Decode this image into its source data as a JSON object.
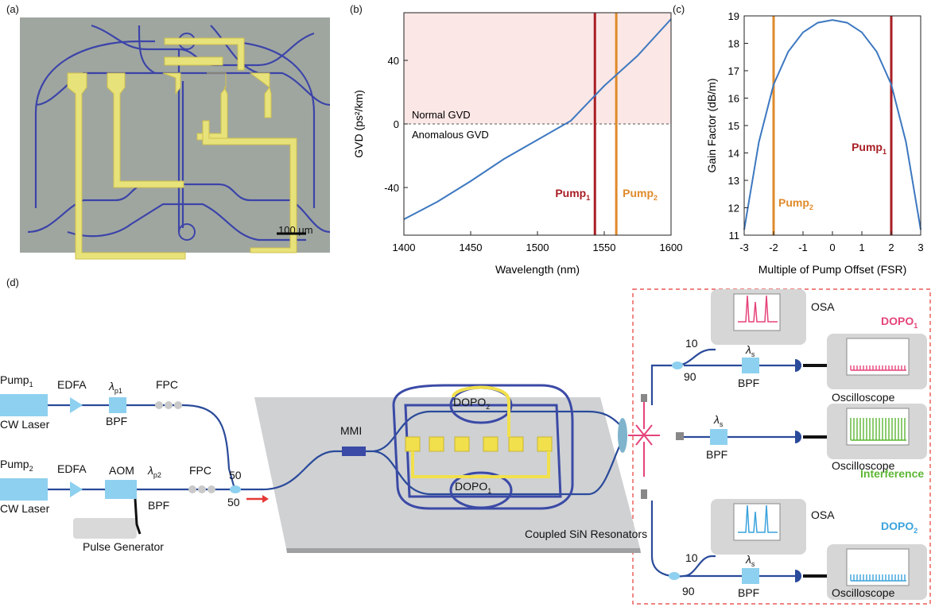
{
  "panel_labels": {
    "a": "(a)",
    "b": "(b)",
    "c": "(c)",
    "d": "(d)"
  },
  "micrograph": {
    "scale_bar": "100 μm"
  },
  "chart_data": [
    {
      "type": "line",
      "panel": "b",
      "xlabel": "Wavelength (nm)",
      "ylabel": "GVD (ps²/km)",
      "xlim": [
        1400,
        1600
      ],
      "ylim": [
        -70,
        70
      ],
      "xticks": [
        1400,
        1450,
        1500,
        1550,
        1600
      ],
      "yticks": [
        -40,
        0,
        40
      ],
      "series": [
        {
          "name": "",
          "x": [
            1400,
            1425,
            1450,
            1475,
            1500,
            1525,
            1550,
            1575,
            1600
          ],
          "y": [
            -60,
            -49,
            -36,
            -22,
            -10,
            2,
            24,
            43,
            66
          ]
        }
      ],
      "markers": [
        {
          "label": "Pump",
          "sub": "1",
          "x": 1543,
          "color": "#a81e24"
        },
        {
          "label": "Pump",
          "sub": "2",
          "x": 1559,
          "color": "#e08a2a"
        }
      ],
      "annotations": {
        "normal": "Normal GVD",
        "anomalous": "Anomalous GVD"
      }
    },
    {
      "type": "line",
      "panel": "c",
      "xlabel": "Multiple of Pump Offset (FSR)",
      "ylabel": "Gain Factor (dB/m)",
      "xlim": [
        -3,
        3
      ],
      "ylim": [
        11,
        19
      ],
      "xticks": [
        -3,
        -2,
        -1,
        0,
        1,
        2,
        3
      ],
      "yticks": [
        11,
        12,
        13,
        14,
        15,
        16,
        17,
        18,
        19
      ],
      "series": [
        {
          "name": "",
          "x": [
            -3,
            -2.5,
            -2,
            -1.5,
            -1,
            -0.5,
            0,
            0.5,
            1,
            1.5,
            2,
            2.5,
            3
          ],
          "y": [
            11.2,
            14.4,
            16.5,
            17.7,
            18.4,
            18.75,
            18.85,
            18.75,
            18.4,
            17.7,
            16.5,
            14.4,
            11.2
          ]
        }
      ],
      "markers": [
        {
          "label": "Pump",
          "sub": "2",
          "x": -2,
          "color": "#e08a2a"
        },
        {
          "label": "Pump",
          "sub": "1",
          "x": 2,
          "color": "#a81e24"
        }
      ]
    }
  ],
  "setup": {
    "pump1": "Pump",
    "pump1_sub": "1",
    "pump2": "Pump",
    "pump2_sub": "2",
    "cw_laser": "CW Laser",
    "edfa": "EDFA",
    "bpf": "BPF",
    "lambda_p1": "λ",
    "lambda_p1_sub": "p1",
    "lambda_p2": "λ",
    "lambda_p2_sub": "p2",
    "lambda_s": "λ",
    "lambda_s_sub": "s",
    "fpc": "FPC",
    "aom": "AOM",
    "pulse_gen": "Pulse Generator",
    "split_50a": "50",
    "split_50b": "50",
    "mmi": "MMI",
    "dopo1": "DOPO",
    "dopo1_sub": "1",
    "dopo2": "DOPO",
    "dopo2_sub": "2",
    "chip": "Coupled SiN Resonators",
    "osa": "OSA",
    "oscilloscope": "Oscilloscope",
    "split_10": "10",
    "split_90": "90",
    "interference": "Interference",
    "colors": {
      "dopo1": "#e5447a",
      "dopo2": "#3ba3dc",
      "interference": "#5cb734",
      "fiber": "#2a4a9a",
      "component": "#8ed0ef"
    }
  }
}
